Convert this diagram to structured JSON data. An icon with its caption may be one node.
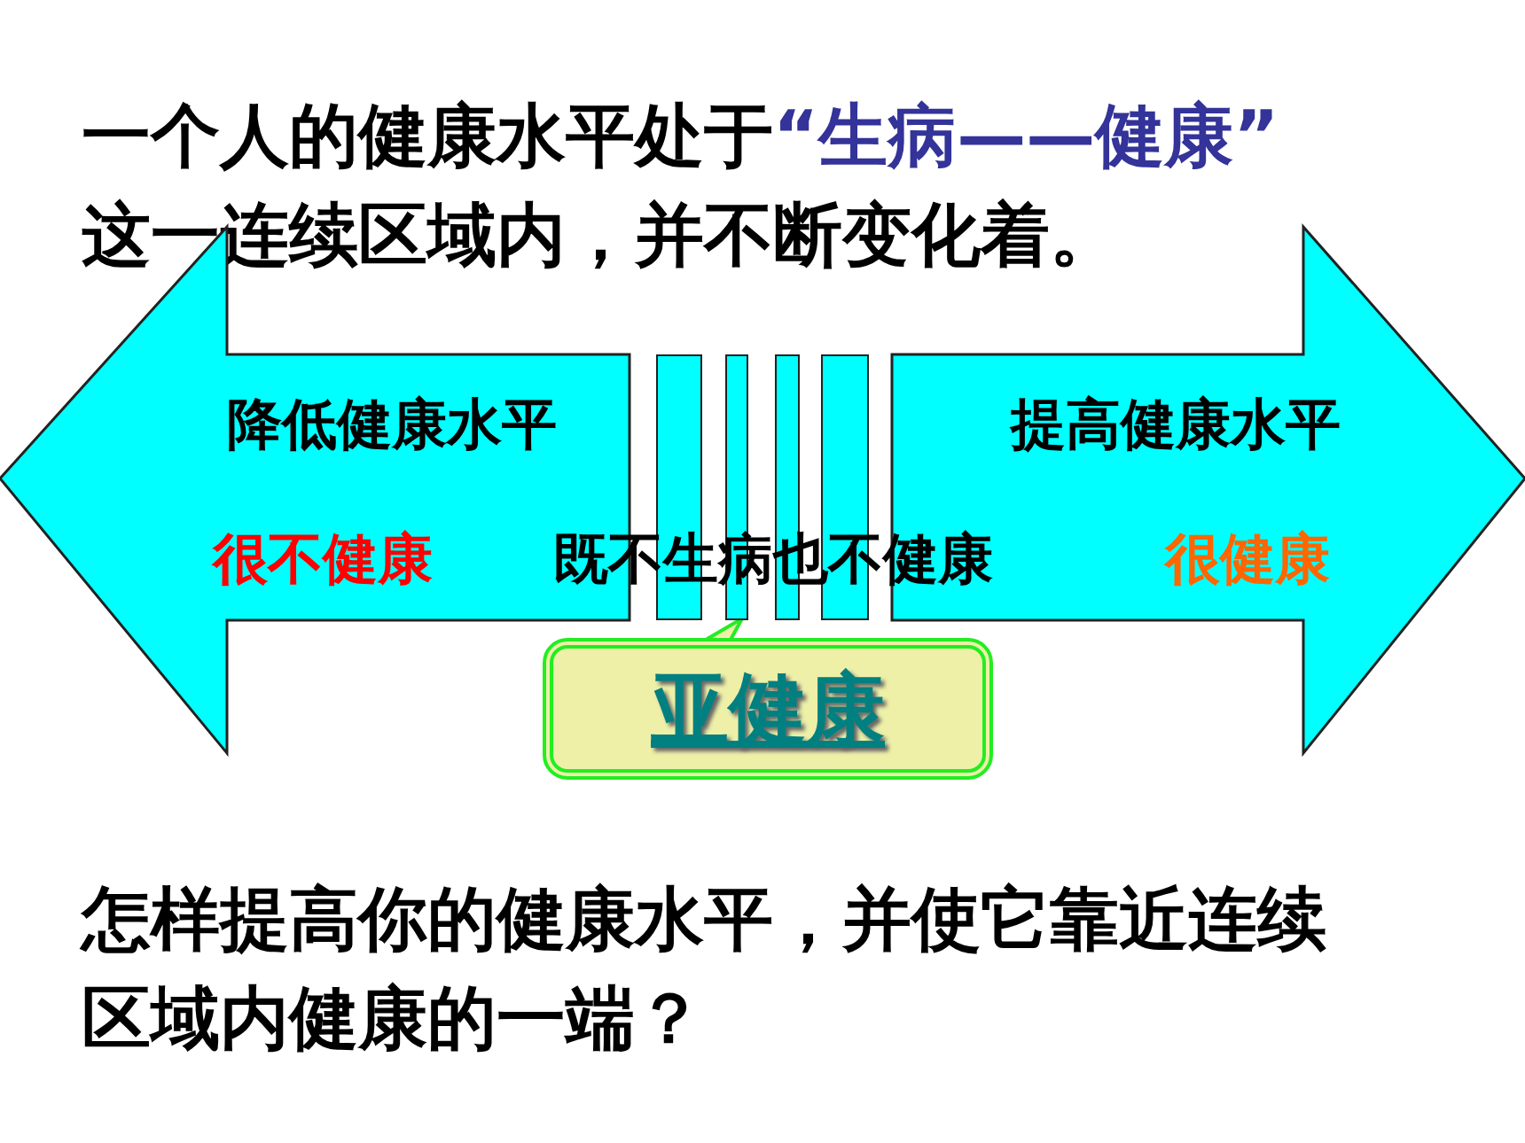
{
  "diagram": {
    "title": "一个人的健康水平处于“生病——健康”这一连续区域内，并不断变化着。",
    "nodes": [
      {
        "text": [
          "降低健康水平",
          "很不健康"
        ]
      },
      {
        "text": [
          "提高健康水平",
          "很健康"
        ]
      },
      {
        "text": [],
        "shape": "bar"
      },
      {
        "text": [],
        "shape": "bar"
      },
      {
        "text": [],
        "shape": "bar"
      },
      {
        "text": [],
        "shape": "bar"
      },
      {
        "text": [
          "亚健康"
        ]
      }
    ],
    "edges": [
      {
        "from": 6,
        "to": 3,
        "arrow": "to"
      }
    ],
    "labels": [
      "既不生病也不健康",
      "怎样提高你的健康水平，并使它靠近连续区域内健康的一端？"
    ]
  }
}
